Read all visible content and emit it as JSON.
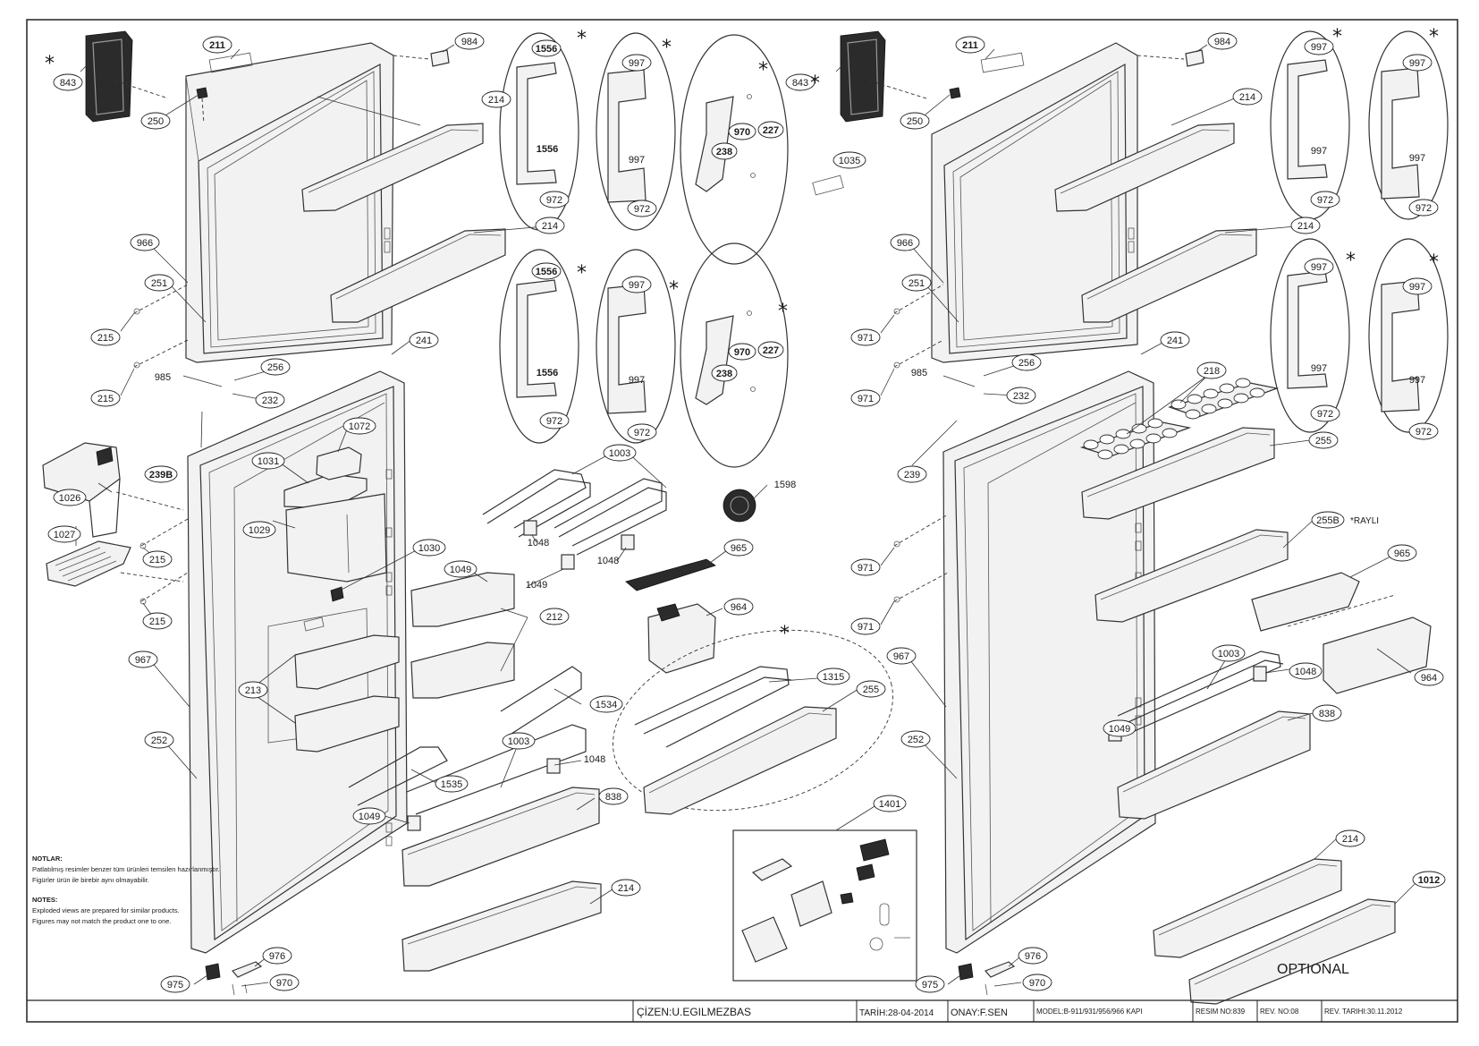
{
  "labels": {
    "l843": "843",
    "l211": "211",
    "l984": "984",
    "l250": "250",
    "l214a": "214",
    "l214b": "214",
    "l966": "966",
    "l251": "251",
    "l215a": "215",
    "l215b": "215",
    "l985": "985",
    "l256": "256",
    "l232": "232",
    "l241": "241",
    "l239b": "239B",
    "l1072": "1072",
    "l1031": "1031",
    "l1026": "1026",
    "l1027": "1027",
    "l1029": "1029",
    "l215c": "215",
    "l215d": "215",
    "l1030": "1030",
    "l967": "967",
    "l213": "213",
    "l252": "252",
    "l1003a": "1003",
    "l1048a": "1048",
    "l1048b": "1048",
    "l1049a": "1049",
    "l1049b": "1049",
    "l212": "212",
    "l1534": "1534",
    "l1003b": "1003",
    "l1048c": "1048",
    "l1535": "1535",
    "l1049c": "1049",
    "l838": "838",
    "l214c": "214",
    "l975": "975",
    "l976": "976",
    "l970": "970",
    "l1556a": "1556",
    "l1556b": "1556",
    "l972a": "972",
    "l997a": "997",
    "l997b": "997",
    "l972b": "972",
    "l970b": "970",
    "l227a": "227",
    "l238a": "238",
    "l1556c": "1556",
    "l1556d": "1556",
    "l972c": "972",
    "l997c": "997",
    "l997d": "997",
    "l972d": "972",
    "l970c": "970",
    "l227b": "227",
    "l238b": "238",
    "l1035": "1035",
    "l1598": "1598",
    "l965": "965",
    "l964": "964",
    "l1315": "1315",
    "l255": "255",
    "l1401": "1401",
    "r843": "843",
    "r211": "211",
    "r984": "984",
    "r250": "250",
    "r214a": "214",
    "r214b": "214",
    "r966": "966",
    "r251": "251",
    "r971a": "971",
    "r971b": "971",
    "r985": "985",
    "r256": "256",
    "r232": "232",
    "r241": "241",
    "r218": "218",
    "r239": "239",
    "r255": "255",
    "r255b": "255B",
    "r971c": "971",
    "r971d": "971",
    "r965": "965",
    "r964": "964",
    "r967": "967",
    "r1003": "1003",
    "r1048": "1048",
    "r1049": "1049",
    "r838": "838",
    "r252": "252",
    "r214c": "214",
    "r1012": "1012",
    "r975": "975",
    "r976": "976",
    "r970": "970",
    "e997a": "997",
    "e997b": "997",
    "e972a": "972",
    "e997c": "997",
    "e997d": "997",
    "e972b": "972",
    "e997e": "997",
    "e997f": "997",
    "e972c": "972",
    "e997g": "997",
    "e997h": "997",
    "e972d": "972"
  },
  "asterisk": "*",
  "rayli": "*RAYLI",
  "optional": "OPTIONAL",
  "notes": {
    "tr_title": "NOTLAR:",
    "tr_line1": "Patlatılmış resimler benzer tüm ürünleri temsilen hazırlanmıştır.",
    "tr_line2": "Figürler ürün ile birebir aynı olmayabilir.",
    "en_title": "NOTES:",
    "en_line1": "Exploded views are prepared for similar products.",
    "en_line2": "Figures may not match the product one to one."
  },
  "title_block": {
    "cizen": "ÇİZEN:U.EGILMEZBAS",
    "tarih": "TARİH:28-04-2014",
    "onay": "ONAY:F.SEN",
    "model": "MODEL:B-911/931/956/966 KAPI",
    "resim_no": "RESIM NO:839",
    "rev_no": "REV. NO:08",
    "rev_tarih": "REV. TARIHI:30.11.2012"
  }
}
